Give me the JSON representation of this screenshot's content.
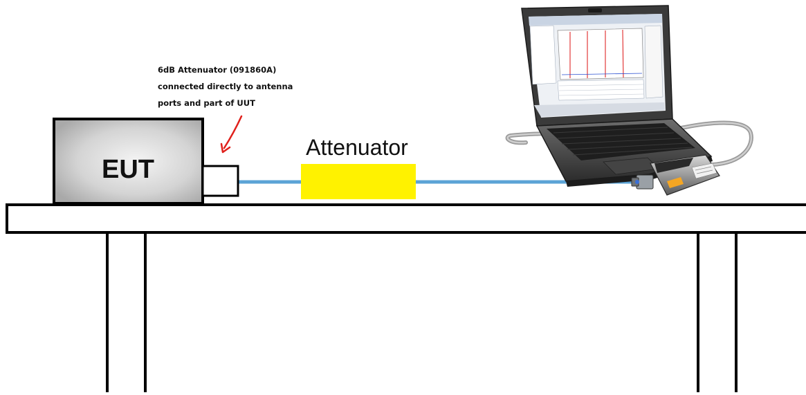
{
  "diagram": {
    "eut_label": "EUT",
    "attenuator_label": "Attenuator",
    "annotation": {
      "line1": "6dB Attenuator (091860A)",
      "line2": "connected directly to antenna",
      "line3": "ports and part of UUT"
    }
  },
  "colors": {
    "cable": "#5ba3d6",
    "attenuator_fill": "#fff200",
    "arrow": "#e0201b",
    "eut_fill_dark": "#b8b8b8",
    "eut_fill_light": "#f2f2f2"
  },
  "icons": {
    "laptop": "laptop-icon",
    "power_sensor": "power-sensor-icon"
  }
}
